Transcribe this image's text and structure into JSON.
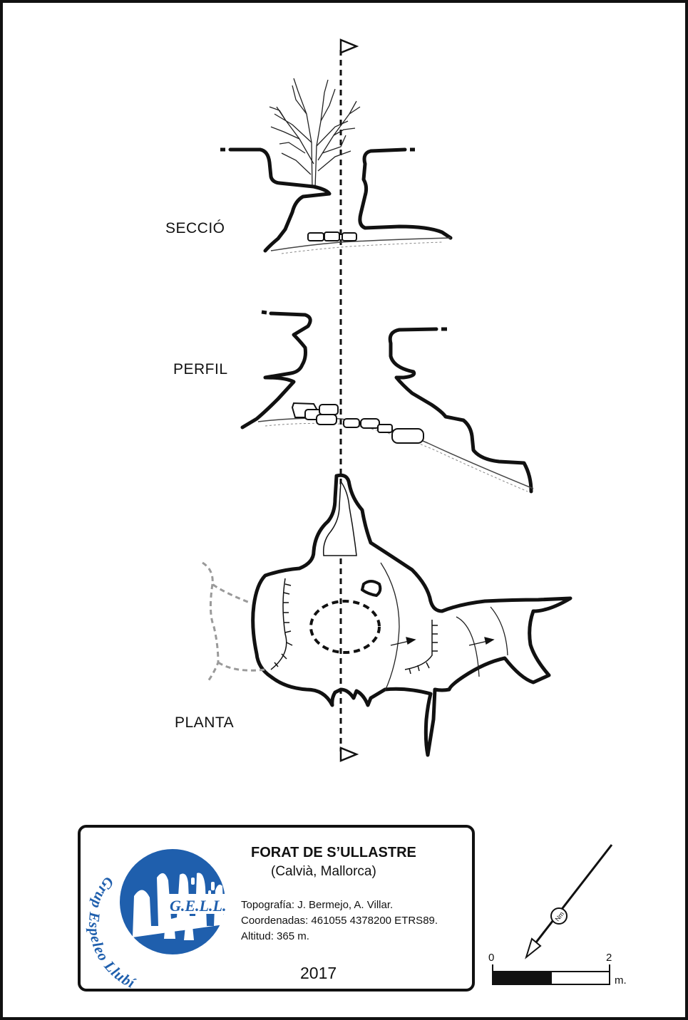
{
  "views": {
    "section_label": "SECCIÓ",
    "profile_label": "PERFIL",
    "plan_label": "PLANTA"
  },
  "info": {
    "title": "FORAT DE S’ULLASTRE",
    "subtitle": "(Calvià, Mallorca)",
    "survey": "Topografía: J. Bermejo, A. Villar.",
    "coordinates": "Coordenadas: 461055 4378200 ETRS89.",
    "altitude": "Altitud: 365 m.",
    "year": "2017"
  },
  "logo": {
    "text": "Grup Espeleo Llubí",
    "initials": "G.E.L.L.",
    "color": "#1f5fad"
  },
  "north": {
    "label": "Nm"
  },
  "scale": {
    "start": "0",
    "end": "2",
    "unit": "m."
  }
}
